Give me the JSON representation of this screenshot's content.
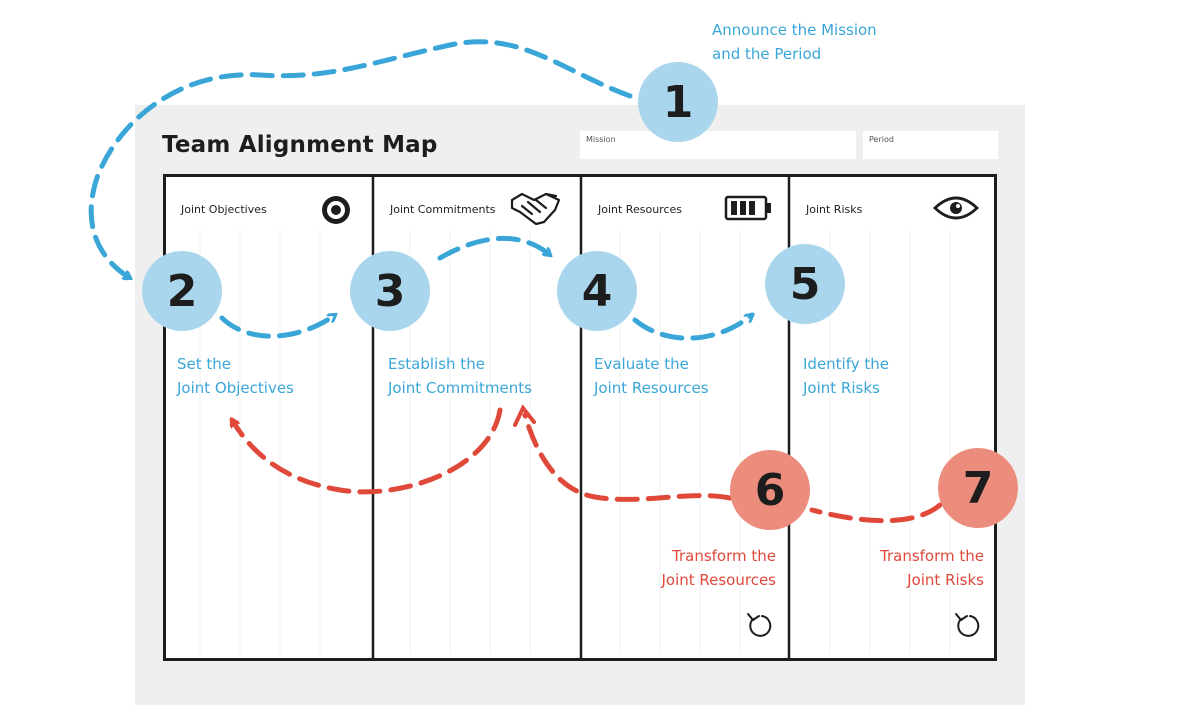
{
  "map": {
    "title": "Team Alignment Map",
    "mission_field_label": "Mission",
    "period_field_label": "Period"
  },
  "announce": {
    "number": "1",
    "line1": "Announce the Mission",
    "line2": "and the Period"
  },
  "columns": [
    {
      "title": "Joint Objectives",
      "icon": "target-icon"
    },
    {
      "title": "Joint Commitments",
      "icon": "handshake-icon"
    },
    {
      "title": "Joint Resources",
      "icon": "battery-icon"
    },
    {
      "title": "Joint Risks",
      "icon": "eye-icon"
    }
  ],
  "steps": [
    {
      "number": "2",
      "line1": "Set the",
      "line2": "Joint Objectives"
    },
    {
      "number": "3",
      "line1": "Establish the",
      "line2": "Joint Commitments"
    },
    {
      "number": "4",
      "line1": "Evaluate the",
      "line2": "Joint Resources"
    },
    {
      "number": "5",
      "line1": "Identify the",
      "line2": "Joint Risks"
    },
    {
      "number": "6",
      "line1": "Transform the",
      "line2": "Joint Resources"
    },
    {
      "number": "7",
      "line1": "Transform the",
      "line2": "Joint Risks"
    }
  ],
  "colors": {
    "blue_accent": "#3aa6d8",
    "blue_circle": "#a9d6ec",
    "red_accent": "#e0493a",
    "red_circle": "#ec8c7c",
    "board": "#efefef",
    "ink": "#1d1d1d"
  }
}
